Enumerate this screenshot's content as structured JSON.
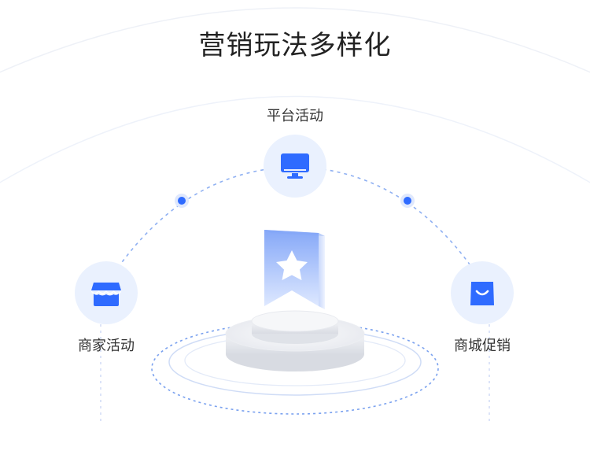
{
  "title": "营销玩法多样化",
  "nodes": {
    "platform": {
      "label": "平台活动",
      "icon": "monitor-icon"
    },
    "merchant": {
      "label": "商家活动",
      "icon": "store-icon"
    },
    "mall": {
      "label": "商城促销",
      "icon": "shopping-bag-icon"
    }
  },
  "center_icon": "star-bookmark-icon",
  "colors": {
    "accent": "#2f6bff",
    "node_bg": "#eaf1fe",
    "title_text": "#222222",
    "label_text": "#333333",
    "arc": "#7aa1ef"
  }
}
